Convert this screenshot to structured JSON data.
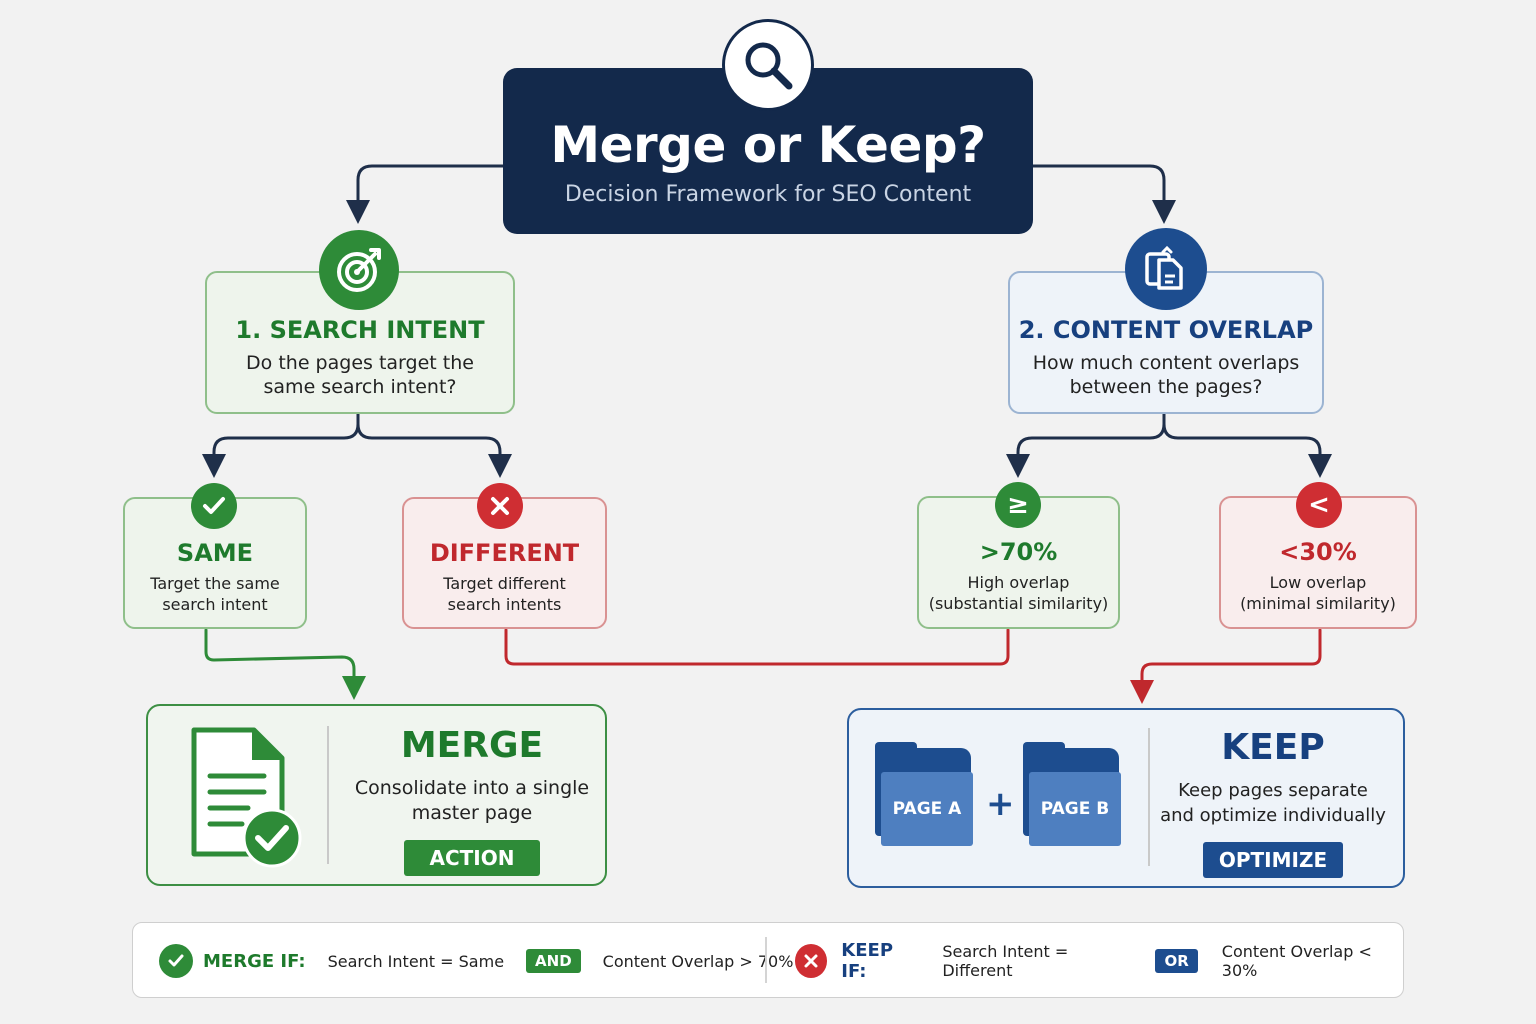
{
  "header": {
    "title": "Merge or Keep?",
    "subtitle": "Decision Framework for SEO Content",
    "icon": "magnifier-icon"
  },
  "colors": {
    "navy": "#13294b",
    "green": "#2e8b38",
    "blue": "#1d4d8f",
    "red": "#cf2e33"
  },
  "steps": [
    {
      "title": "1. SEARCH INTENT",
      "desc_line1": "Do the pages target the",
      "desc_line2": "same search intent?",
      "icon": "target-icon"
    },
    {
      "title": "2. CONTENT OVERLAP",
      "desc_line1": "How much content overlaps",
      "desc_line2": "between the pages?",
      "icon": "documents-icon"
    }
  ],
  "options": [
    {
      "title": "SAME",
      "line1": "Target the same",
      "line2": "search intent",
      "icon": "check-icon"
    },
    {
      "title": "DIFFERENT",
      "line1": "Target different",
      "line2": "search intents",
      "icon": "x-icon"
    },
    {
      "title": ">70%",
      "line1": "High overlap",
      "line2": "(substantial similarity)",
      "icon_symbol": "≥"
    },
    {
      "title": "<30%",
      "line1": "Low overlap",
      "line2": "(minimal similarity)",
      "icon_symbol": "<"
    }
  ],
  "merge": {
    "title": "MERGE",
    "desc_line1": "Consolidate into a single",
    "desc_line2": "master page",
    "button": "ACTION",
    "icon": "document-check-icon"
  },
  "keep": {
    "title": "KEEP",
    "desc_line1": "Keep pages separate",
    "desc_line2": "and optimize individually",
    "button": "OPTIMIZE",
    "page_a": "PAGE A",
    "page_b": "PAGE B",
    "plus": "+"
  },
  "rules": {
    "merge_label": "MERGE IF:",
    "merge_cond1": "Search Intent = Same",
    "merge_op": "AND",
    "merge_cond2": "Content Overlap > 70%",
    "keep_label": "KEEP IF:",
    "keep_cond1": "Search Intent = Different",
    "keep_op": "OR",
    "keep_cond2": "Content Overlap < 30%"
  }
}
